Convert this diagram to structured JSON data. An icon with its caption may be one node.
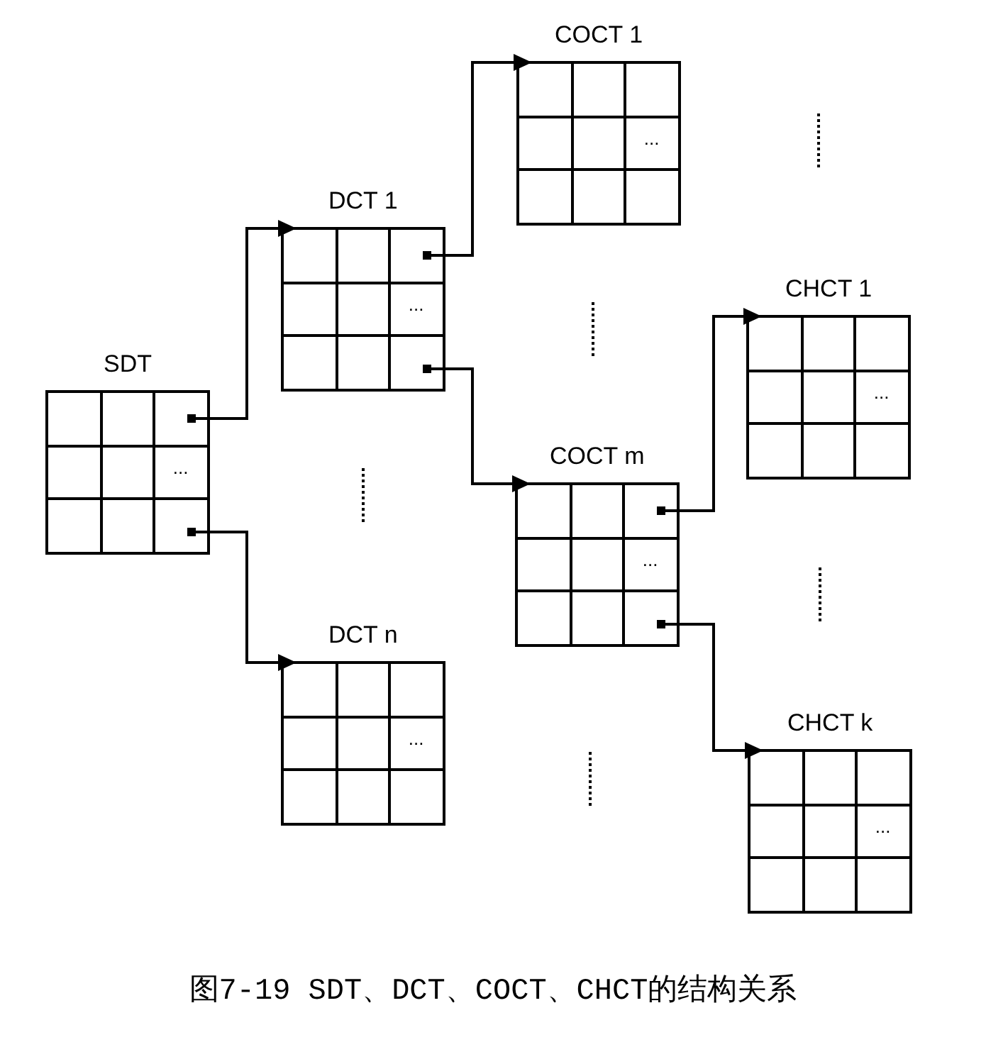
{
  "diagram": {
    "caption": "图7-19 SDT、DCT、COCT、CHCT的结构关系",
    "nodes": [
      {
        "text": [
          "SDT",
          "..."
        ]
      },
      {
        "text": [
          "DCT 1",
          "..."
        ]
      },
      {
        "text": [
          "DCT n",
          "..."
        ]
      },
      {
        "text": [
          "COCT 1",
          "..."
        ]
      },
      {
        "text": [
          "COCT m",
          "..."
        ]
      },
      {
        "text": [
          "CHCT 1",
          "..."
        ]
      },
      {
        "text": [
          "CHCT k",
          "..."
        ]
      }
    ],
    "edges": [
      {
        "from": 0,
        "to": 1,
        "arrow": "to"
      },
      {
        "from": 0,
        "to": 2,
        "arrow": "to"
      },
      {
        "from": 1,
        "to": 3,
        "arrow": "to"
      },
      {
        "from": 1,
        "to": 4,
        "arrow": "to"
      },
      {
        "from": 4,
        "to": 5,
        "arrow": "to"
      },
      {
        "from": 4,
        "to": 6,
        "arrow": "to"
      }
    ]
  }
}
